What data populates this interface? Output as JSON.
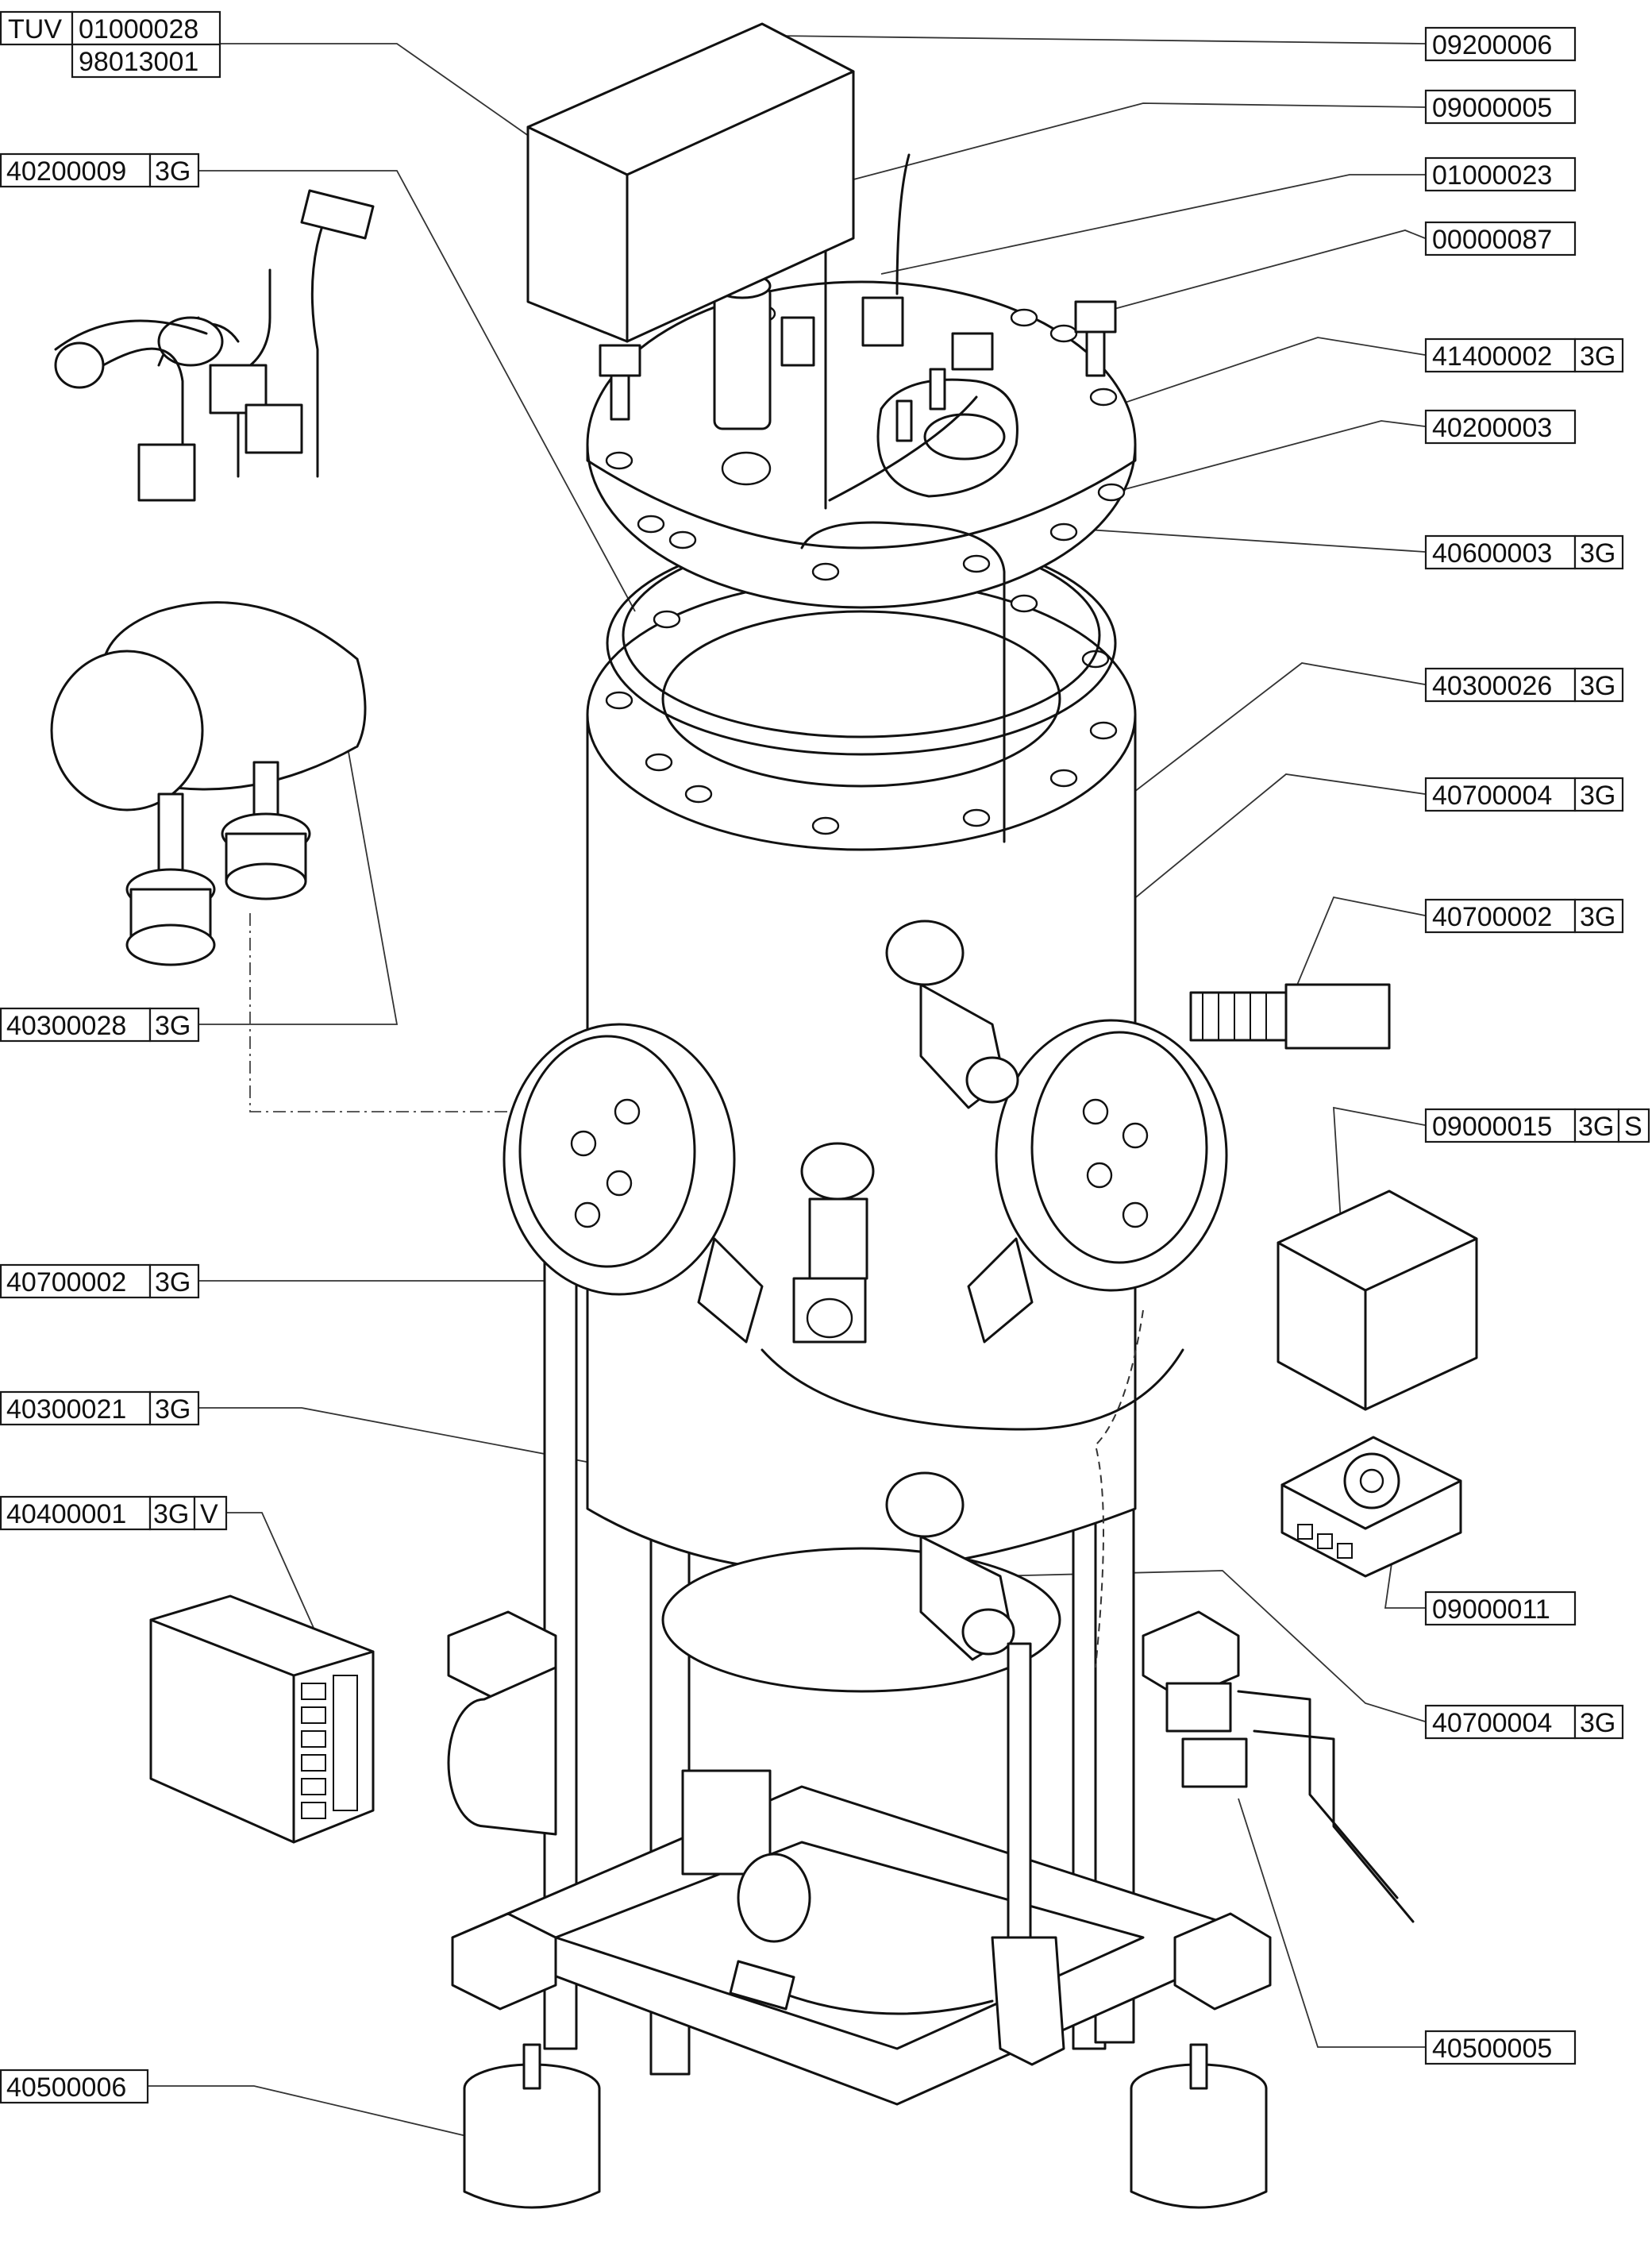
{
  "labels": [
    {
      "id": "tuv-01000028",
      "cells": [
        "TUV",
        "01000028"
      ]
    },
    {
      "id": "98013001",
      "cells": [
        "98013001"
      ]
    },
    {
      "id": "40200009",
      "cells": [
        "40200009",
        "3G"
      ]
    },
    {
      "id": "40300028",
      "cells": [
        "40300028",
        "3G"
      ]
    },
    {
      "id": "40700002-left",
      "cells": [
        "40700002",
        "3G"
      ]
    },
    {
      "id": "40300021",
      "cells": [
        "40300021",
        "3G"
      ]
    },
    {
      "id": "40400001",
      "cells": [
        "40400001",
        "3G",
        "V"
      ]
    },
    {
      "id": "40500006",
      "cells": [
        "40500006"
      ]
    },
    {
      "id": "09200006",
      "cells": [
        "09200006"
      ]
    },
    {
      "id": "09000005",
      "cells": [
        "09000005"
      ]
    },
    {
      "id": "01000023",
      "cells": [
        "01000023"
      ]
    },
    {
      "id": "00000087",
      "cells": [
        "00000087"
      ]
    },
    {
      "id": "41400002",
      "cells": [
        "41400002",
        "3G"
      ]
    },
    {
      "id": "40200003",
      "cells": [
        "40200003"
      ]
    },
    {
      "id": "40600003",
      "cells": [
        "40600003",
        "3G"
      ]
    },
    {
      "id": "40300026",
      "cells": [
        "40300026",
        "3G"
      ]
    },
    {
      "id": "40700004-top",
      "cells": [
        "40700004",
        "3G"
      ]
    },
    {
      "id": "40700002-right",
      "cells": [
        "40700002",
        "3G"
      ]
    },
    {
      "id": "09000015",
      "cells": [
        "09000015",
        "3G",
        "S"
      ]
    },
    {
      "id": "09000011",
      "cells": [
        "09000011"
      ]
    },
    {
      "id": "40700004-bottom",
      "cells": [
        "40700004",
        "3G"
      ]
    },
    {
      "id": "40500005",
      "cells": [
        "40500005"
      ]
    }
  ]
}
